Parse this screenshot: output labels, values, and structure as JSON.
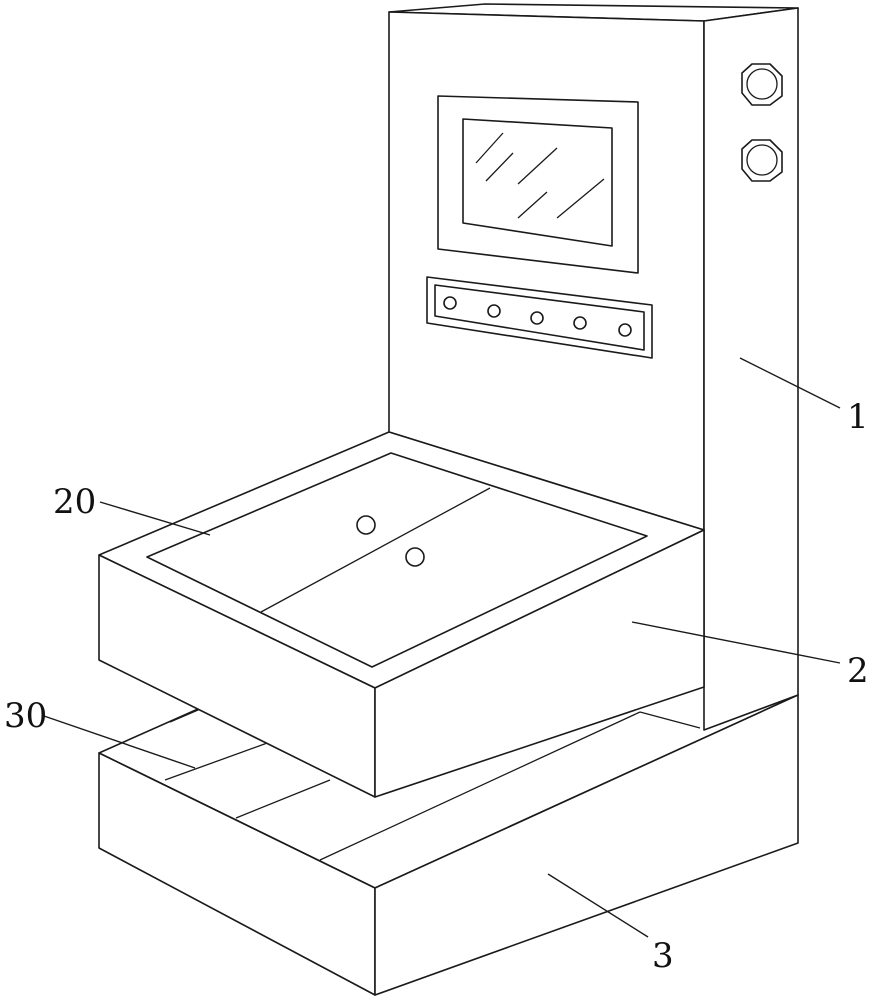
{
  "labels": {
    "cabinet": "1",
    "tray": "2",
    "base": "3",
    "tray_top": "20",
    "base_top": "30"
  },
  "colors": {
    "line": "#1a1a1a",
    "background": "#ffffff"
  }
}
